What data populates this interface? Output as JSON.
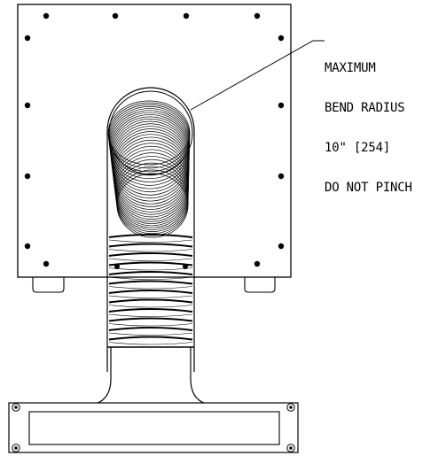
{
  "annotation": {
    "lines": [
      "MAXIMUM",
      "BEND RADIUS",
      "10\" [254]",
      "DO NOT PINCH"
    ]
  },
  "colors": {
    "line": "#000000",
    "background": "#ffffff"
  },
  "counts": {
    "housing_bolts": 14,
    "base_bolts": 4,
    "coils_in_bend": 28,
    "spiral_turns": 12
  }
}
